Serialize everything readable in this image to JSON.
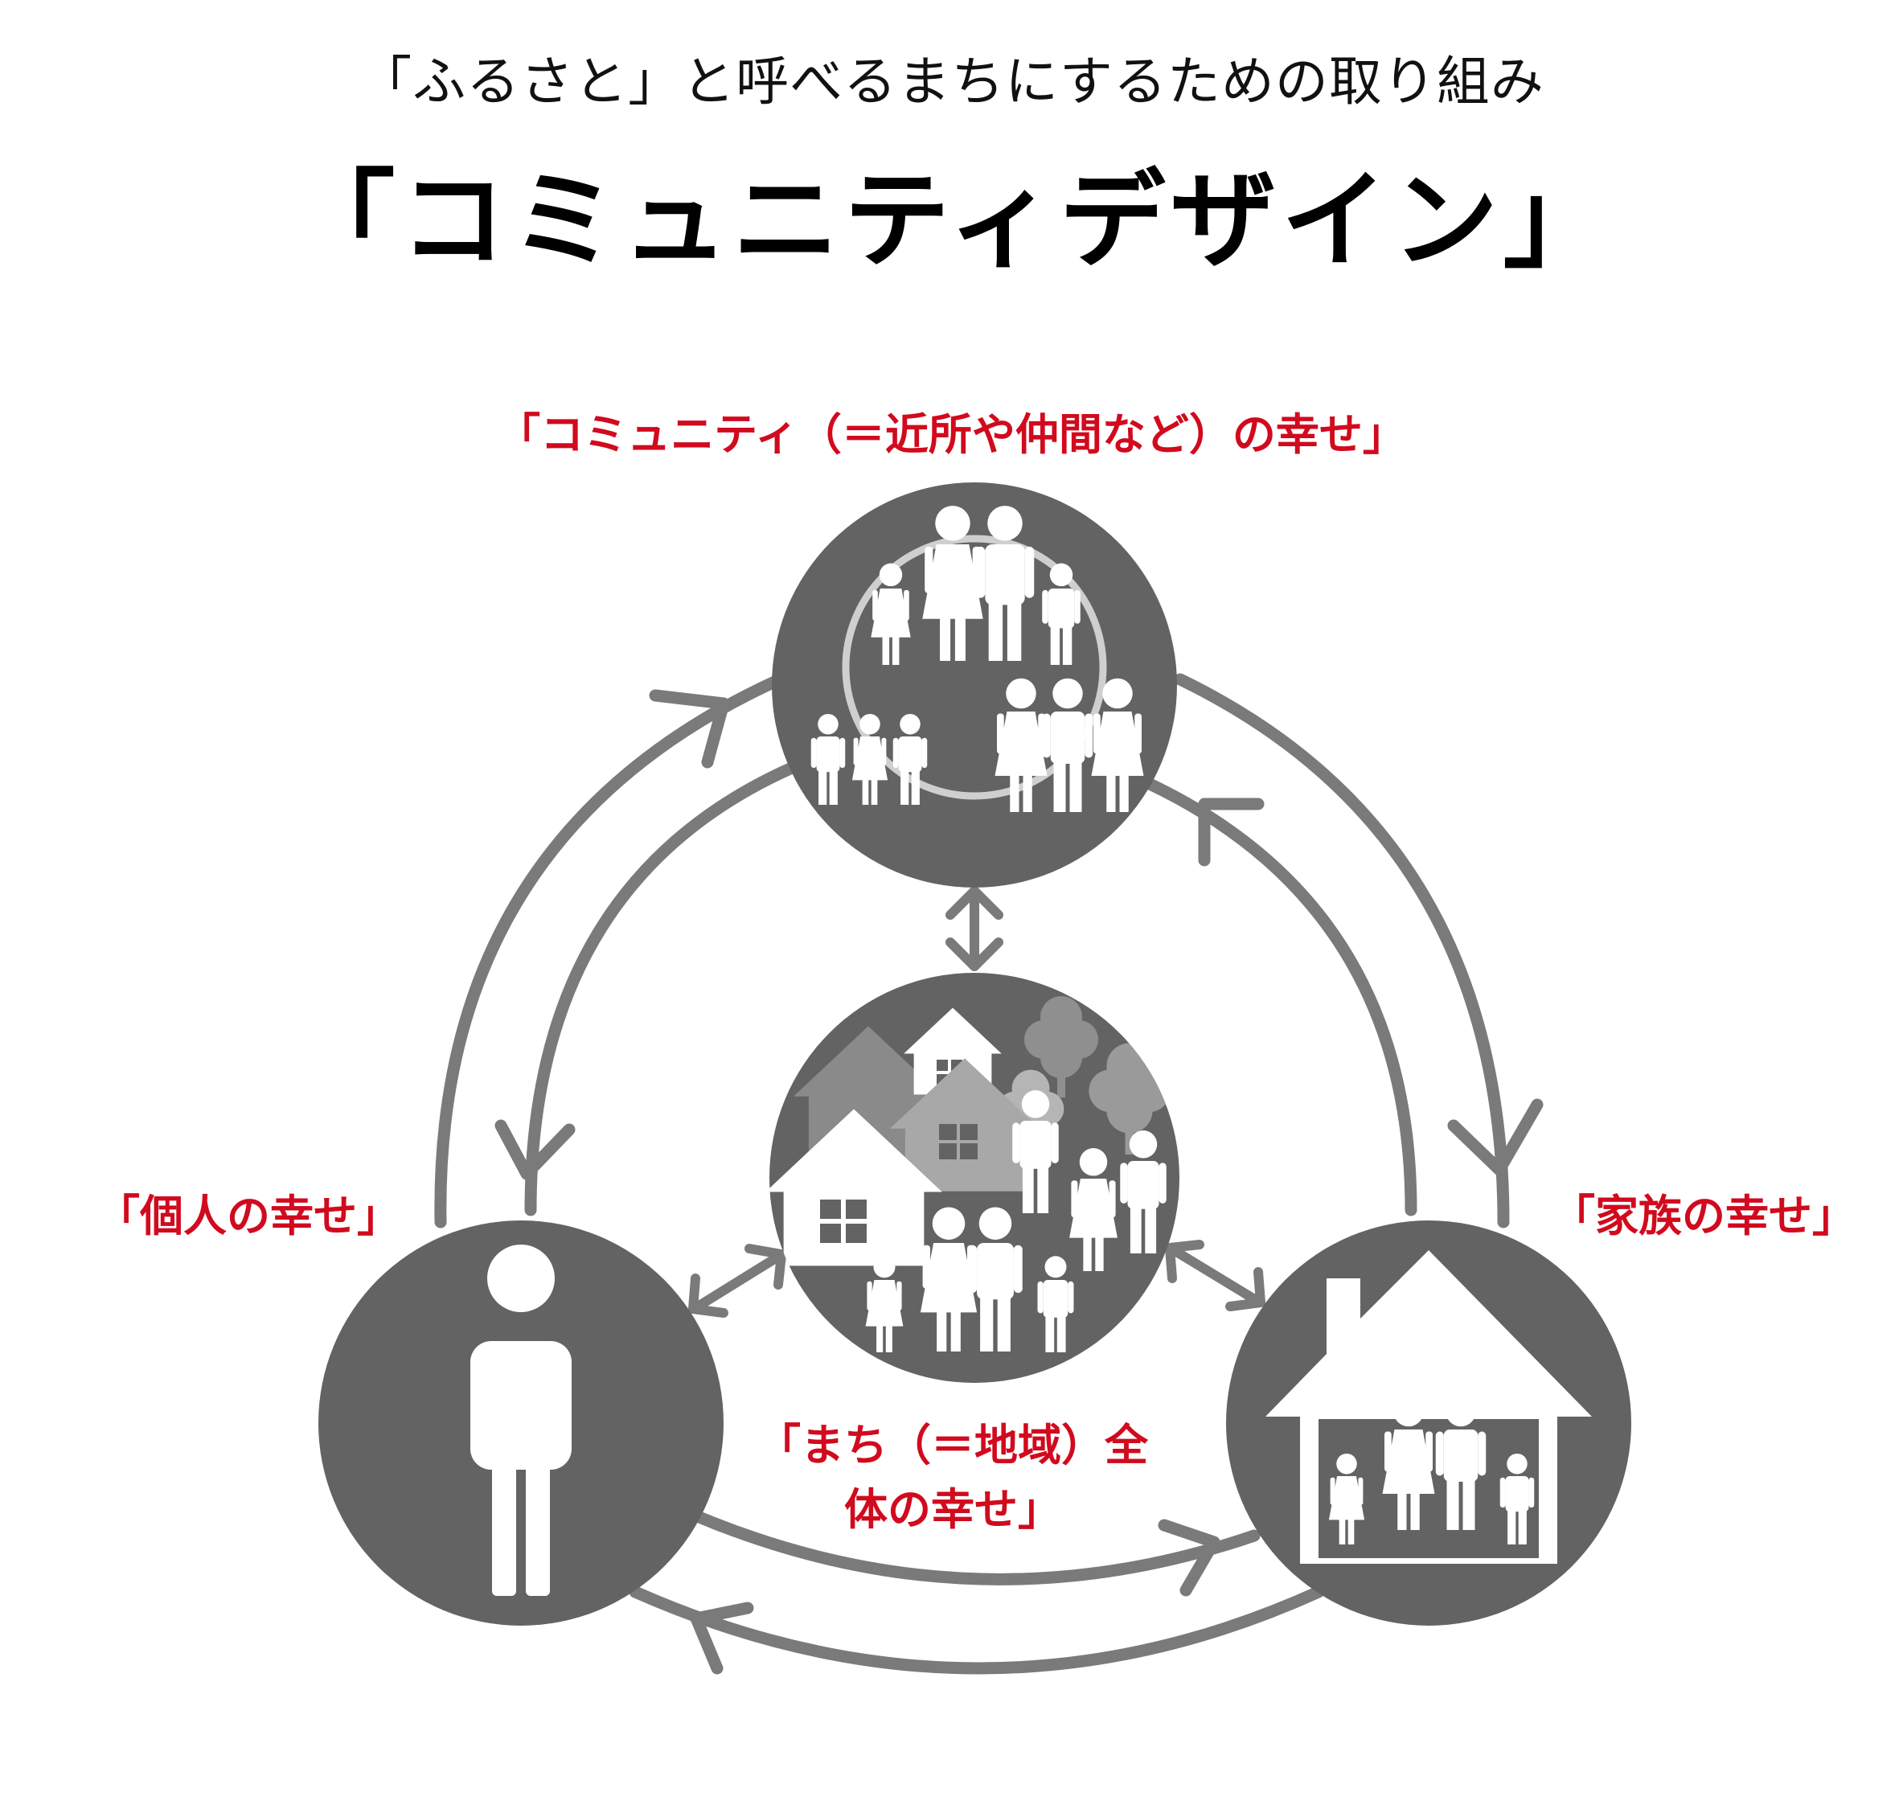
{
  "header": {
    "subtitle": "「ふるさと」と呼べるまちにするための取り組み",
    "title": "「コミュニティデザイン」"
  },
  "labels": {
    "community": "「コミュニティ（＝近所や仲間など）の幸せ」",
    "individual": "「個人の幸せ」",
    "family": "「家族の幸せ」",
    "town": "「まち（＝地域）全体の幸せ」"
  },
  "colors": {
    "accent": "#d10a1e",
    "circle_fill": "#636363",
    "arrow_gray": "#7a7a7a",
    "figure": "#ffffff"
  },
  "icons": [
    "community-people-icon",
    "person-icon",
    "family-house-icon",
    "town-icon"
  ]
}
